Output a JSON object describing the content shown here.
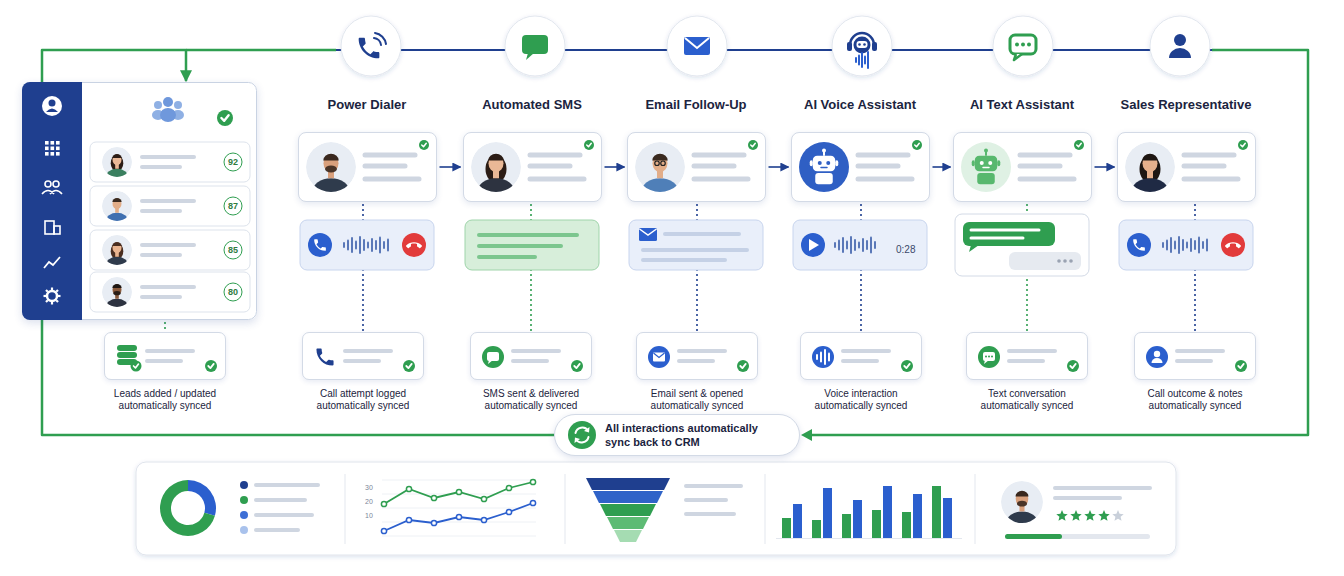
{
  "diagram": {
    "nodes": [
      {
        "text": [
          "92",
          "87",
          "85",
          "80"
        ]
      },
      {
        "text": [
          "Power Dialer"
        ]
      },
      {
        "text": [
          "Automated SMS"
        ]
      },
      {
        "text": [
          "Email Follow-Up"
        ]
      },
      {
        "text": [
          "AI Voice Assistant"
        ]
      },
      {
        "text": [
          "AI Text Assistant"
        ]
      },
      {
        "text": [
          "Sales Representative"
        ]
      },
      {
        "text": [
          "Leads added / updated automatically synced"
        ]
      },
      {
        "text": [
          "Call attempt logged automatically synced"
        ]
      },
      {
        "text": [
          "SMS sent & delivered automatically synced"
        ]
      },
      {
        "text": [
          "Email sent & opened automatically synced"
        ]
      },
      {
        "text": [
          "Voice interaction automatically synced"
        ]
      },
      {
        "text": [
          "Text conversation automatically synced"
        ]
      },
      {
        "text": [
          "Call outcome & notes automatically synced"
        ]
      },
      {
        "text": [
          "All interactions automatically sync back to CRM"
        ]
      }
    ],
    "edges": [
      {
        "from": 1,
        "to": 2,
        "arrow": "to"
      },
      {
        "from": 2,
        "to": 3,
        "arrow": "to"
      },
      {
        "from": 3,
        "to": 4,
        "arrow": "to"
      },
      {
        "from": 4,
        "to": 5,
        "arrow": "to"
      },
      {
        "from": 5,
        "to": 6,
        "arrow": "to"
      },
      {
        "from": 0,
        "to": 7,
        "arrow": "none"
      },
      {
        "from": 1,
        "to": 8,
        "arrow": "none"
      },
      {
        "from": 2,
        "to": 9,
        "arrow": "none"
      },
      {
        "from": 3,
        "to": 10,
        "arrow": "none"
      },
      {
        "from": 4,
        "to": 11,
        "arrow": "none"
      },
      {
        "from": 5,
        "to": 12,
        "arrow": "none"
      },
      {
        "from": 6,
        "to": 13,
        "arrow": "none"
      },
      {
        "from": 14,
        "to": 0,
        "arrow": "to"
      }
    ],
    "labels": [
      "0:28",
      "30",
      "20",
      "10"
    ]
  }
}
